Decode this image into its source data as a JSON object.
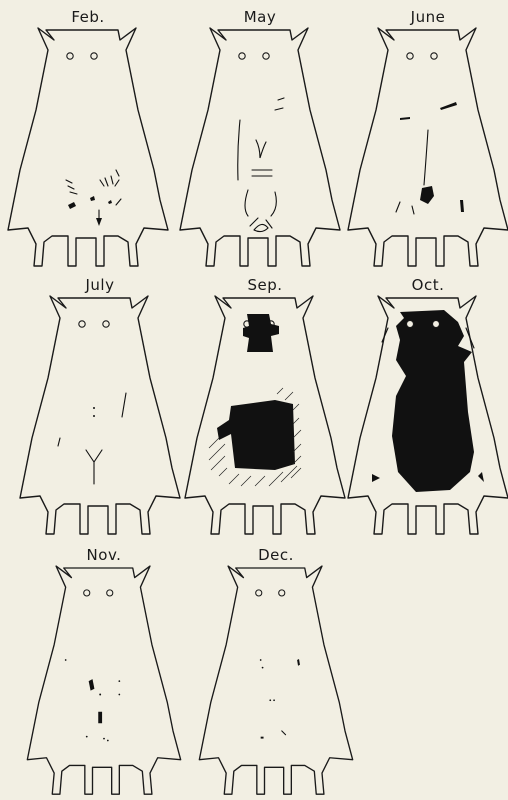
{
  "panels": [
    {
      "label": "Feb."
    },
    {
      "label": "May"
    },
    {
      "label": "June"
    },
    {
      "label": "July"
    },
    {
      "label": "Sep."
    },
    {
      "label": "Oct."
    },
    {
      "label": "Nov."
    },
    {
      "label": "Dec."
    }
  ]
}
